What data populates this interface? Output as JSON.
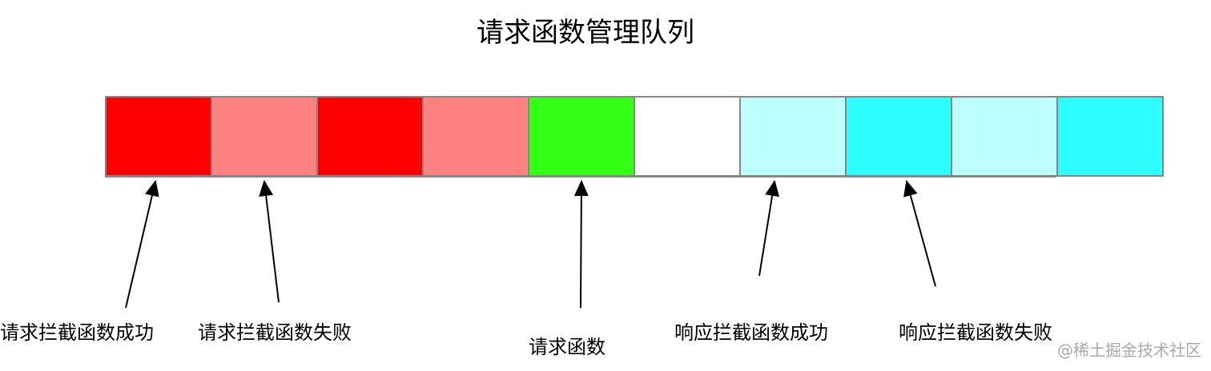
{
  "title": "请求函数管理队列",
  "queue": {
    "cells": [
      {
        "role": "request-interceptor-success",
        "color": "#ff0000"
      },
      {
        "role": "request-interceptor-failure",
        "color": "#ff8080"
      },
      {
        "role": "request-interceptor-success",
        "color": "#ff0000"
      },
      {
        "role": "request-interceptor-failure",
        "color": "#ff8080"
      },
      {
        "role": "request-function",
        "color": "#33ff14"
      },
      {
        "role": "empty-slot",
        "color": "#ffffff"
      },
      {
        "role": "response-interceptor-success",
        "color": "#bdfffd"
      },
      {
        "role": "response-interceptor-failure",
        "color": "#2dfdff"
      },
      {
        "role": "response-interceptor-success",
        "color": "#bdfffd"
      },
      {
        "role": "response-interceptor-failure",
        "color": "#2dfdff"
      }
    ],
    "border_color": "#868686"
  },
  "labels": {
    "request_interceptor_success": "请求拦截函数成功",
    "request_interceptor_failure": "请求拦截函数失败",
    "request_function": "请求函数",
    "response_interceptor_success": "响应拦截函数成功",
    "response_interceptor_failure": "响应拦截函数失败"
  },
  "watermark": "@稀土掘金技术社区"
}
